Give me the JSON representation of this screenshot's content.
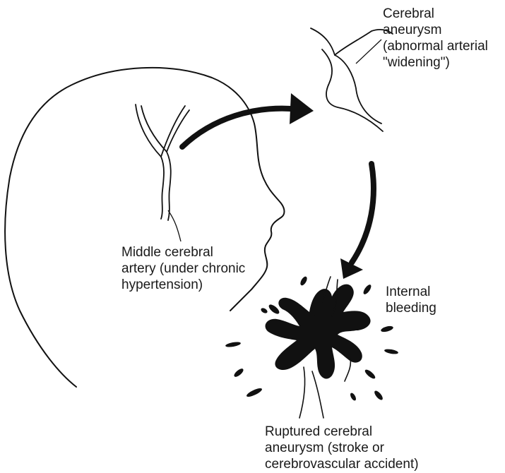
{
  "labels": {
    "aneurysm": [
      "Cerebral",
      "aneurysm",
      "(abnormal arterial",
      "\"widening\")"
    ],
    "middle_cerebral_artery": [
      "Middle cerebral",
      "artery (under chronic",
      "hypertension)"
    ],
    "internal_bleeding": [
      "Internal",
      "bleeding"
    ],
    "ruptured": [
      "Ruptured cerebral",
      "aneurysm (stroke or",
      "cerebrovascular accident)"
    ]
  },
  "colors": {
    "ink": "#111111",
    "background": "#ffffff"
  }
}
